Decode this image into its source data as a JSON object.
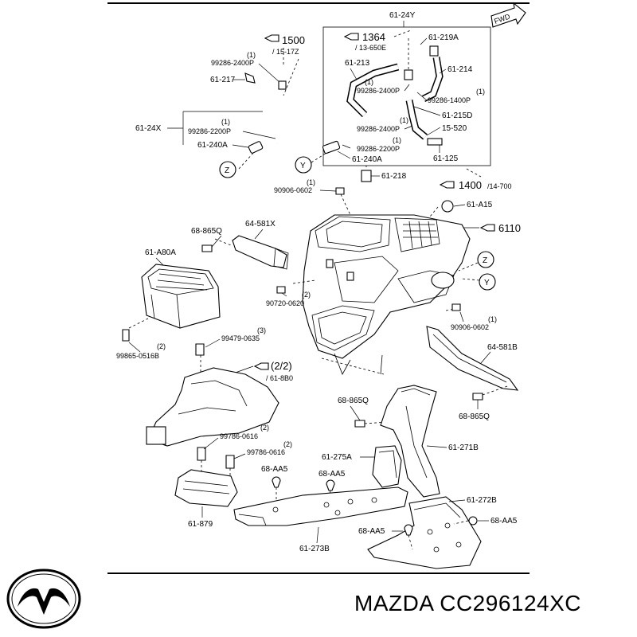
{
  "labels": {
    "l_6124y": "61-24Y",
    "l_fwd": "FWD",
    "l_1500": "1500",
    "l_15_17z": "/ 15-17Z",
    "l_1364": "1364",
    "l_13_650e": "/ 13-650E",
    "l_61_219a": "61-219A",
    "l_q1": "(1)",
    "l_99286_2400p": "99286-2400P",
    "l_61_213": "61-213",
    "l_61_214": "61-214",
    "l_61_217": "61-217",
    "l_99286_2400p_b": "99286-2400P",
    "l_99286_1400p": "99286-1400P",
    "l_61_215d": "61-215D",
    "l_99286_2400p_c": "99286-2400P",
    "l_15_520": "15-520",
    "l_61_24x": "61-24X",
    "l_99286_2200p": "99286-2200P",
    "l_99286_2200p_b": "99286-2200P",
    "l_61_240a": "61-240A",
    "l_61_240a_b": "61-240A",
    "l_61_125": "61-125",
    "l_z": "Z",
    "l_y": "Y",
    "l_61_218": "61-218",
    "l_1400": "1400",
    "l_14_700": "/14-700",
    "l_90906_0602": "90906-0602",
    "l_61_a15": "61-A15",
    "l_6110": "6110",
    "l_68_865q": "68-865Q",
    "l_64_581x": "64-581X",
    "l_61_a80a": "61-A80A",
    "l_90720_0620": "90720-0620",
    "l_90906_0602_b": "90906-0602",
    "l_q2": "(2)",
    "l_q3": "(3)",
    "l_99479_0635": "99479-0635",
    "l_99865_0516b": "99865-0516B",
    "l_64_581b": "64-581B",
    "l_2_2": "(2/2)",
    "l_61_8b0": "/ 61-8B0",
    "l_68_865q_b": "68-865Q",
    "l_68_865q_c": "68-865Q",
    "l_99786_0616": "99786-0616",
    "l_99786_0616_b": "99786-0616",
    "l_61_271b": "61-271B",
    "l_61_275a": "61-275A",
    "l_68_aa5": "68-AA5",
    "l_68_aa5_b": "68-AA5",
    "l_61_272b": "61-272B",
    "l_68_aa5_c": "68-AA5",
    "l_68_aa5_d": "68-AA5",
    "l_61_879": "61-879",
    "l_61_273b": "61-273B"
  },
  "footer": {
    "brand_part": "MAZDA CC296124XC"
  },
  "colors": {
    "ink": "#000000",
    "background": "#ffffff"
  }
}
